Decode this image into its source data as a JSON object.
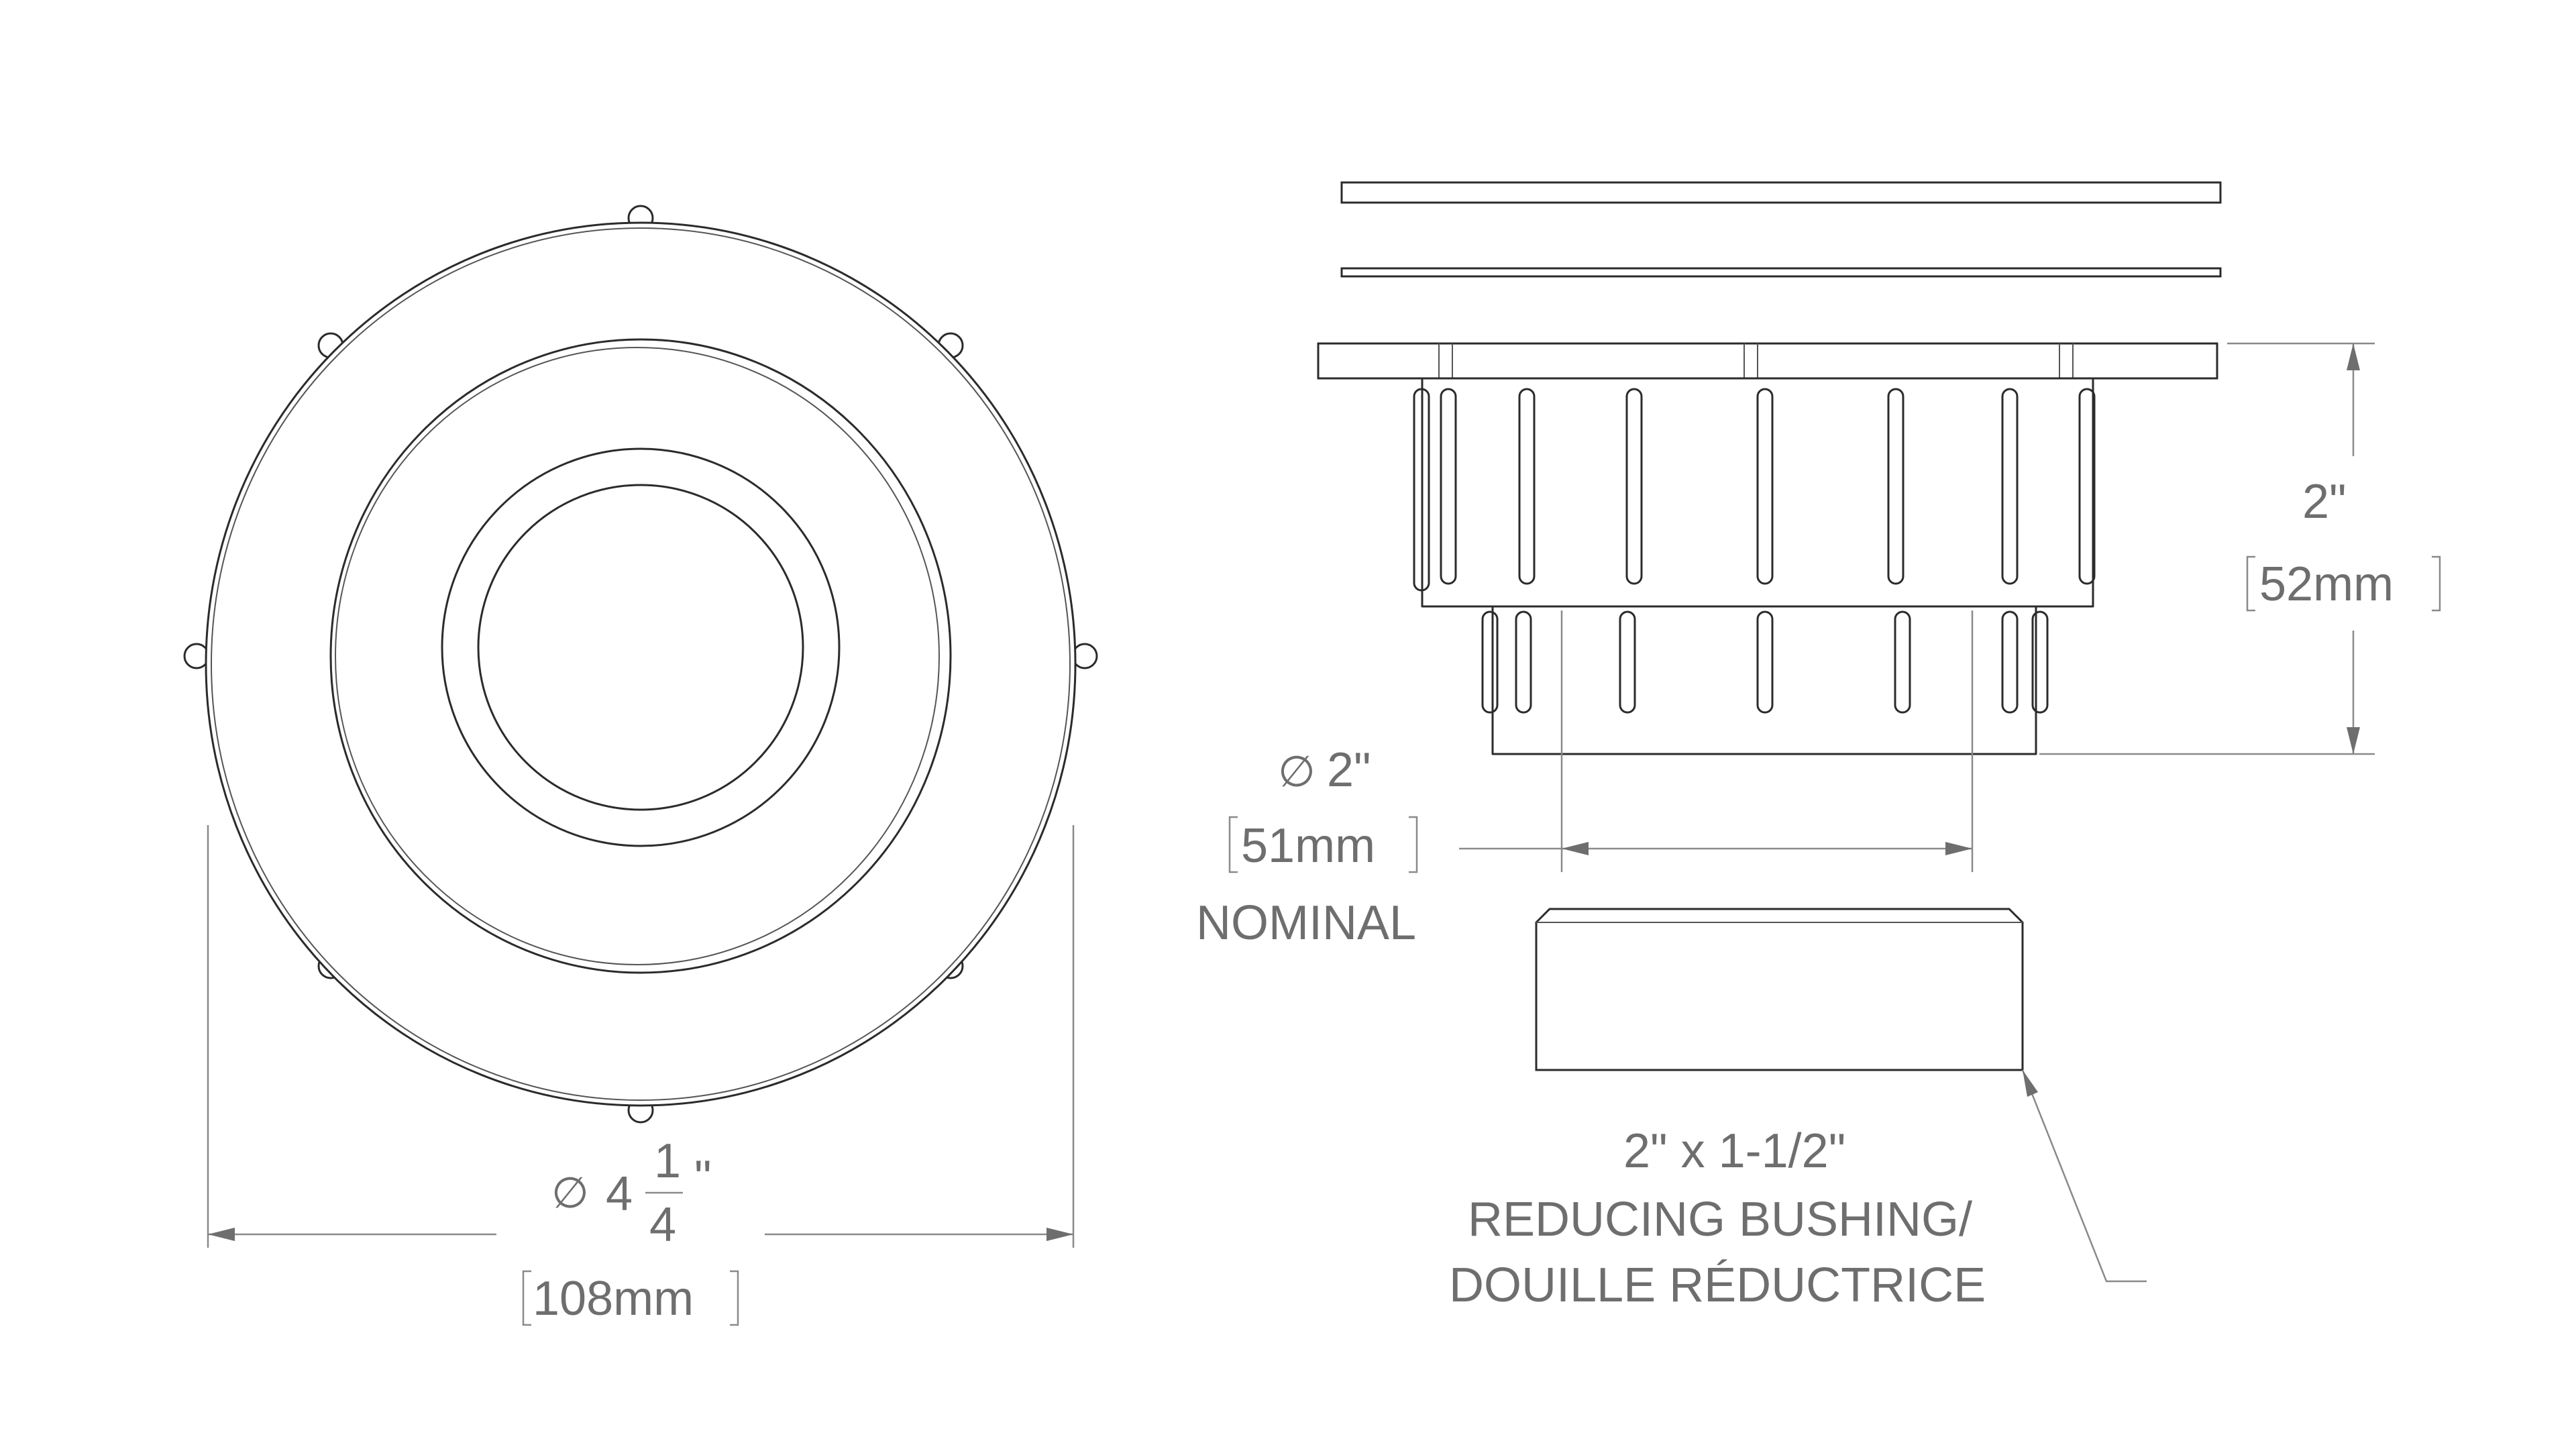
{
  "dimensions": {
    "outer_diameter": {
      "symbol": "∅",
      "whole": "4",
      "numerator": "1",
      "denominator": "4",
      "unit": "\"",
      "metric": "108mm"
    },
    "height": {
      "imperial": "2\"",
      "metric": "52mm"
    },
    "pipe_diameter": {
      "symbol": "∅",
      "imperial": "2\"",
      "metric": "51mm",
      "note": "NOMINAL"
    }
  },
  "callout": {
    "line1": "2\" x 1-1/2\"",
    "line2": "REDUCING BUSHING/",
    "line3": "DOUILLE RÉDUCTRICE"
  },
  "colors": {
    "linework": "#2b2b2b",
    "dimension_text": "#6e6e6e",
    "background": "#ffffff"
  }
}
